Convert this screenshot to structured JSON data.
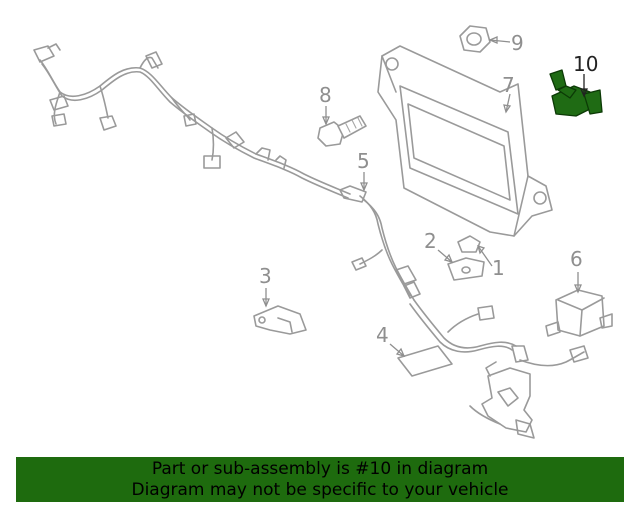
{
  "callouts": {
    "c1": "1",
    "c2": "2",
    "c3": "3",
    "c4": "4",
    "c5": "5",
    "c6": "6",
    "c7": "7",
    "c8": "8",
    "c9": "9",
    "c10": "10"
  },
  "highlight_color": "#1f6b14",
  "banner": {
    "line1": "Part or sub-assembly is #10 in diagram",
    "line2": "Diagram may not be specific to your vehicle",
    "background": "#1e6b0e"
  }
}
